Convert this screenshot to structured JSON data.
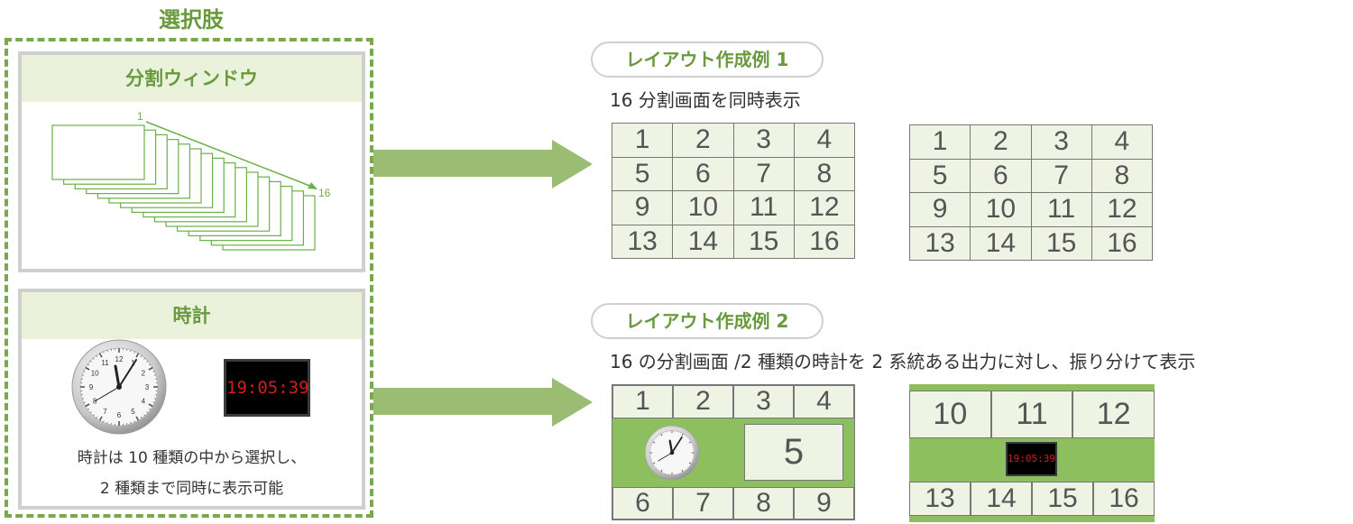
{
  "options": {
    "title": "選択肢",
    "split_window": {
      "header": "分割ウィンドウ",
      "start_label": "1",
      "end_label": "16"
    },
    "clock": {
      "header": "時計",
      "digital_time": "19:05:39",
      "analog_numbers": [
        "12",
        "1",
        "2",
        "3",
        "4",
        "5",
        "6",
        "7",
        "8",
        "9",
        "10",
        "11"
      ],
      "caption_line1": "時計は 10 種類の中から選択し、",
      "caption_line2": "2 種類まで同時に表示可能"
    }
  },
  "layout1": {
    "heading": "レイアウト作成例 1",
    "subtitle": "16 分割画面を同時表示",
    "grid_a": [
      [
        "1",
        "2",
        "3",
        "4"
      ],
      [
        "5",
        "6",
        "7",
        "8"
      ],
      [
        "9",
        "10",
        "11",
        "12"
      ],
      [
        "13",
        "14",
        "15",
        "16"
      ]
    ],
    "grid_b": [
      [
        "1",
        "2",
        "3",
        "4"
      ],
      [
        "5",
        "6",
        "7",
        "8"
      ],
      [
        "9",
        "10",
        "11",
        "12"
      ],
      [
        "13",
        "14",
        "15",
        "16"
      ]
    ]
  },
  "layout2": {
    "heading": "レイアウト作成例 2",
    "subtitle": "16 の分割画面 /2 種類の時計を 2 系統ある出力に対し、振り分けて表示",
    "left": {
      "top": [
        "1",
        "2",
        "3",
        "4"
      ],
      "center": "5",
      "bottom": [
        "6",
        "7",
        "8",
        "9"
      ]
    },
    "right": {
      "top": [
        "10",
        "11",
        "12"
      ],
      "digital_time": "19:05:39",
      "bottom": [
        "13",
        "14",
        "15",
        "16"
      ]
    }
  },
  "colors": {
    "accent_green": "#6a9a3e",
    "dashed_border": "#7aa84e",
    "arrow": "#9bbd73",
    "band": "#8dbf5f",
    "cell_fill": "#eef3e4",
    "digital_red": "#d21e1e"
  }
}
